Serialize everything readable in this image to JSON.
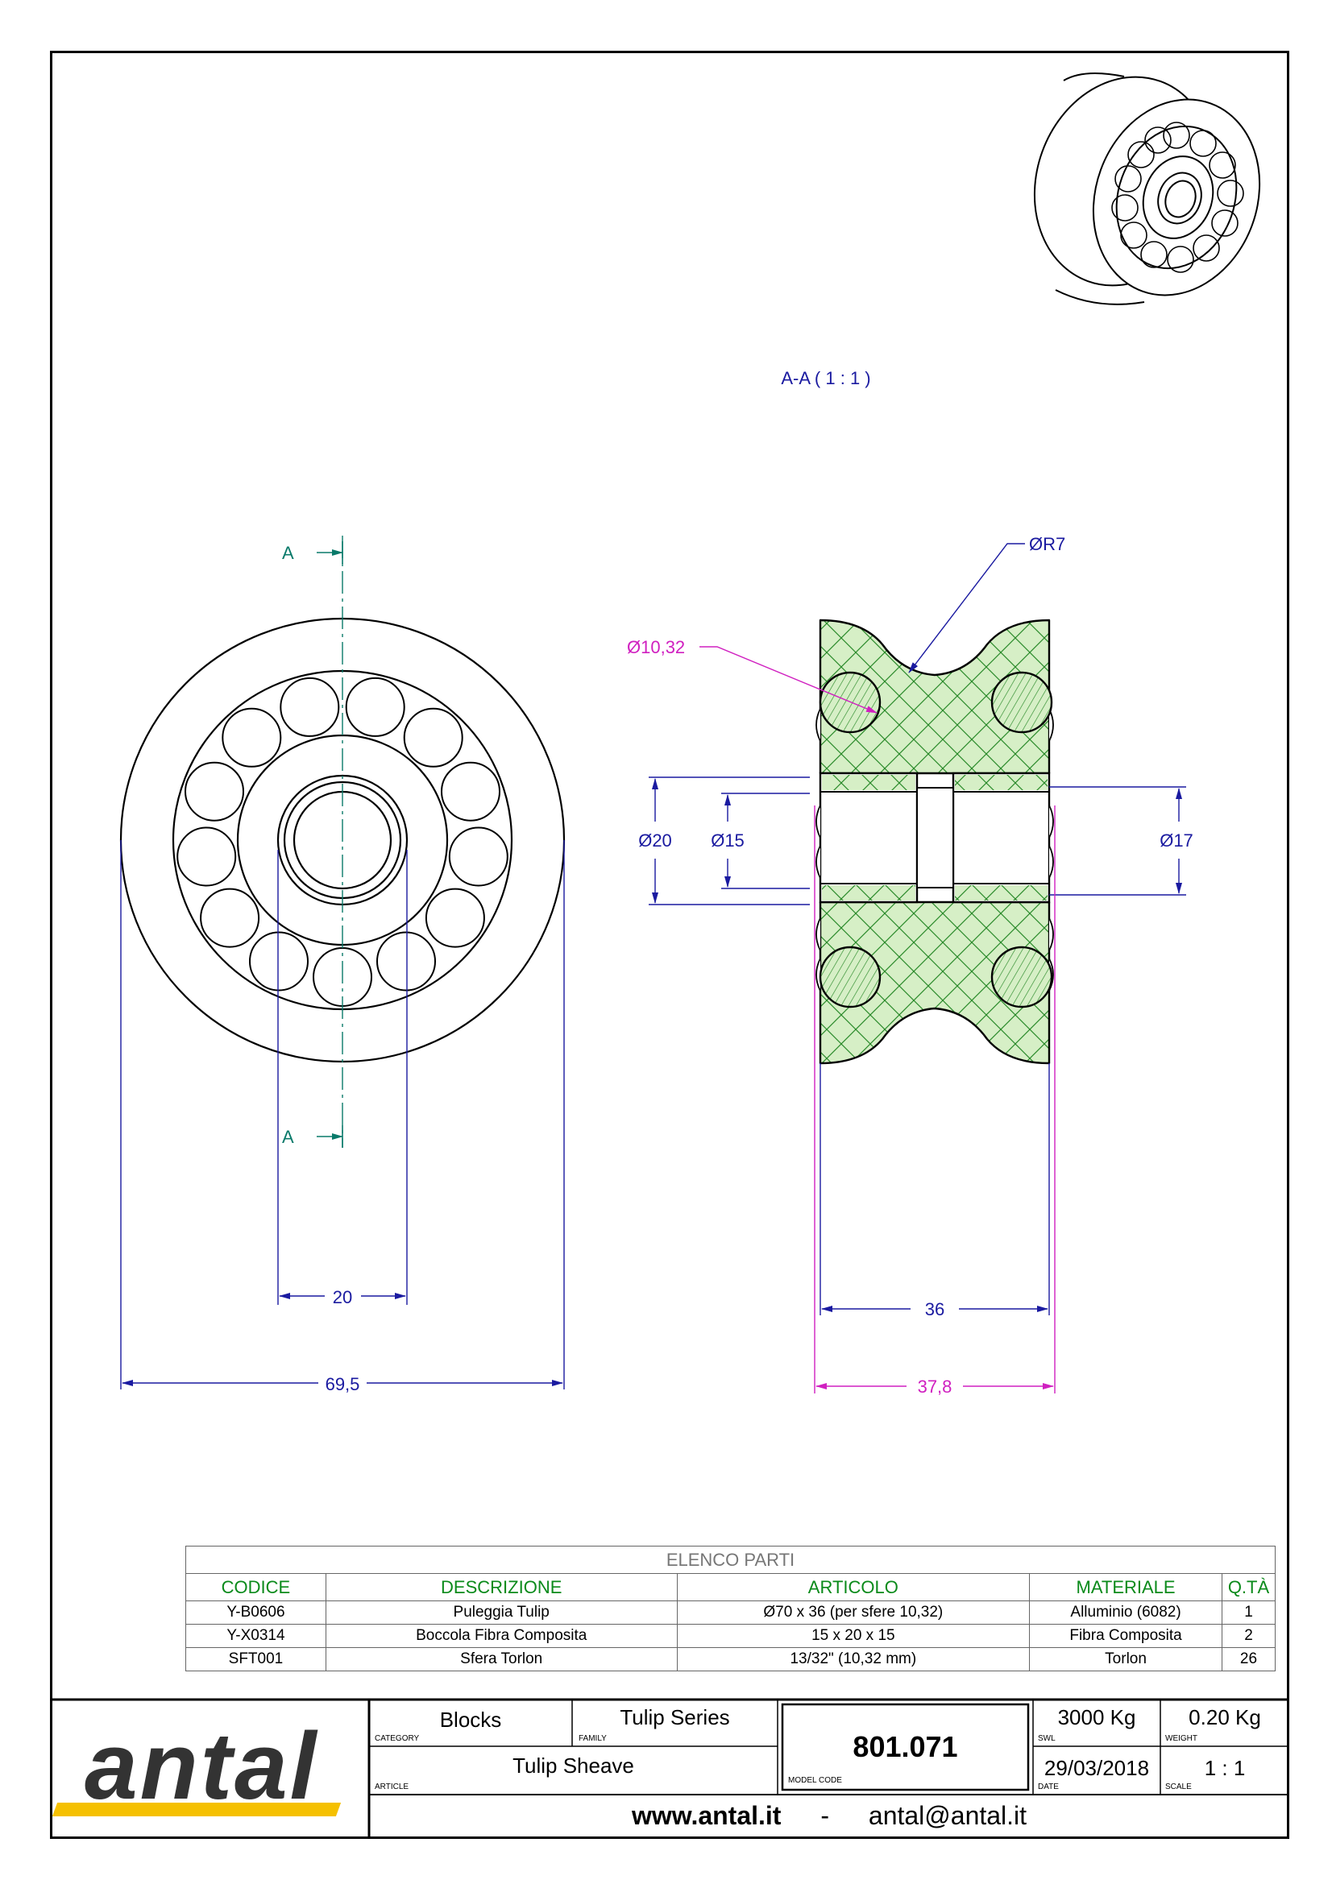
{
  "section_title": "A-A ( 1 : 1 )",
  "section_marks": [
    "A",
    "A"
  ],
  "dimensions": {
    "radius_groove": "ØR7",
    "ball_diameter": "Ø10,32",
    "bore_outer": "Ø20",
    "bore_inner": "Ø15",
    "bushing_outer": "Ø17",
    "hub_width": "20",
    "outer_diameter": "69,5",
    "sheave_width": "36",
    "overall_width": "37,8"
  },
  "parts_list": {
    "title": "ELENCO PARTI",
    "headers": [
      "CODICE",
      "DESCRIZIONE",
      "ARTICOLO",
      "MATERIALE",
      "Q.TÀ"
    ],
    "rows": [
      [
        "Y-B0606",
        "Puleggia Tulip",
        "Ø70 x 36 (per sfere 10,32)",
        "Alluminio (6082)",
        "1"
      ],
      [
        "Y-X0314",
        "Boccola Fibra Composita",
        "15 x 20 x 15",
        "Fibra Composita",
        "2"
      ],
      [
        "SFT001",
        "Sfera Torlon",
        "13/32\" (10,32 mm)",
        "Torlon",
        "26"
      ]
    ]
  },
  "title_block": {
    "logo_text": "antal",
    "category_label": "CATEGORY",
    "category": "Blocks",
    "family_label": "FAMILY",
    "family": "Tulip Series",
    "article_label": "ARTICLE",
    "article": "Tulip Sheave",
    "model_code_label": "MODEL CODE",
    "model_code": "801.071",
    "swl_label": "SWL",
    "swl": "3000 Kg",
    "weight_label": "WEIGHT",
    "weight": "0.20 Kg",
    "date_label": "DATE",
    "date": "29/03/2018",
    "scale_label": "SCALE",
    "scale": "1 : 1",
    "website": "www.antal.it",
    "separator": "-",
    "email": "antal@antal.it"
  },
  "colors": {
    "dimension_blue": "#1a1aa0",
    "dimension_magenta": "#d020c0",
    "section_teal": "#0a7a6a",
    "hatch_green": "#2a8a2a",
    "hatch_fill": "#d6efc6",
    "header_green": "#0a8a1a",
    "logo_yellow": "#f5c000"
  }
}
